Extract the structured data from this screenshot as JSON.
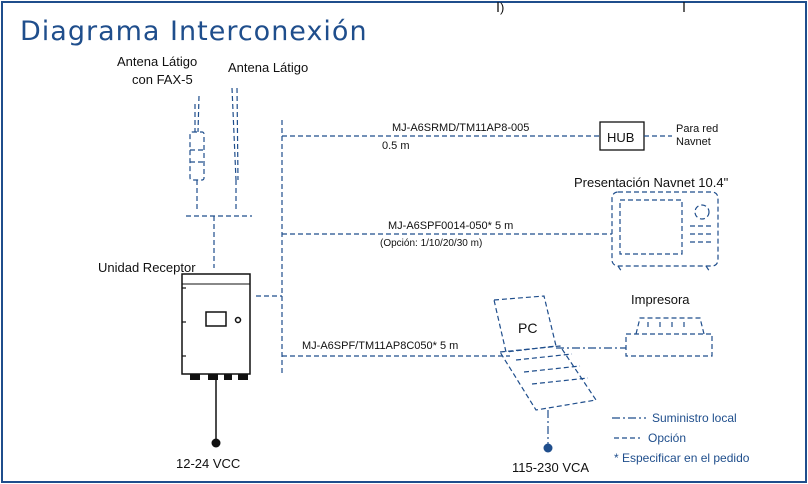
{
  "title": "Diagrama Interconexión",
  "top_fragment": "(",
  "top_fragment_end": ")",
  "antennas": {
    "whip_fax": [
      "Antena Látigo",
      "con FAX-5"
    ],
    "whip": "Antena Látigo"
  },
  "receiver": {
    "label": "Unidad Receptor",
    "power": "12-24 VCC"
  },
  "hub": {
    "label": "HUB",
    "network": [
      "Para red",
      "Navnet"
    ]
  },
  "cables": {
    "hub_cable": "MJ-A6SRMD/TM11AP8-005",
    "hub_length": "0.5 m",
    "display_cable": "MJ-A6SPF0014-050*  5 m",
    "display_option": "(Opción: 1/10/20/30 m)",
    "pc_cable": "MJ-A6SPF/TM11AP8C050* 5 m"
  },
  "display": {
    "label": "Presentación Navnet 10.4\""
  },
  "pc": {
    "label": "PC",
    "power": "115-230 VCA"
  },
  "printer": {
    "label": "Impresora"
  },
  "legend": {
    "local_supply": "Suministro local",
    "option": "Opción",
    "order_note": "* Especificar en el pedido"
  },
  "colors": {
    "accent": "#1f4e8c",
    "line": "#1f4e8c",
    "ink": "#111111"
  }
}
